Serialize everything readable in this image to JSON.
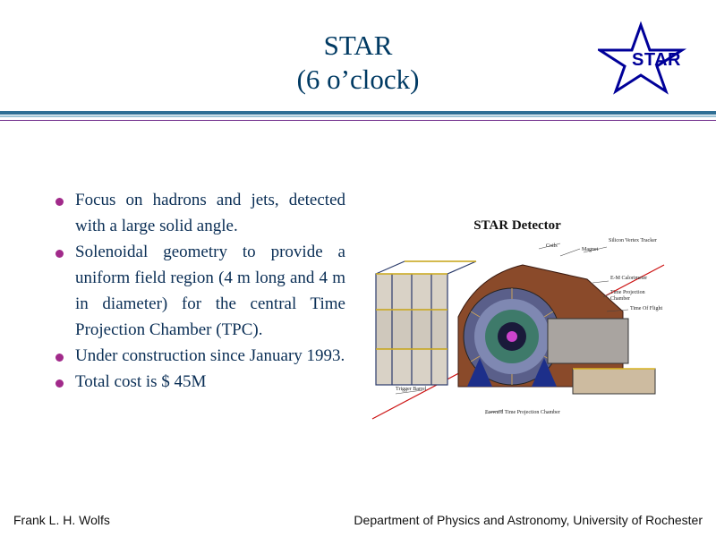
{
  "slide": {
    "title_line1": "STAR",
    "title_line2": "(6 o’clock)",
    "logo_text": "STAR"
  },
  "bullets": [
    "Focus on hadrons and jets, detected with a large solid angle.",
    "Solenoidal geometry to provide a uniform field region (4 m long and 4 m in diameter) for the central Time Projection Chamber (TPC).",
    "Under construction since January 1993.",
    "Total cost is $ 45M"
  ],
  "figure": {
    "title": "STAR Detector",
    "labels": {
      "coils": "Coils",
      "magnet": "Magnet",
      "svt": "Silicon Vertex Tracker",
      "emc": "E-M Calorimeter",
      "tpc": "Time Projection Chamber",
      "tof": "Time Of Flight",
      "trigger": "Trigger Barrel",
      "ftpc": "Forward Time Projection Chamber"
    }
  },
  "footer": {
    "left": "Frank L. H. Wolfs",
    "right": "Department of Physics and Astronomy, University of Rochester"
  },
  "colors": {
    "title": "#003a63",
    "bullet_dot": "#a12a8a",
    "logo": "#000099"
  }
}
